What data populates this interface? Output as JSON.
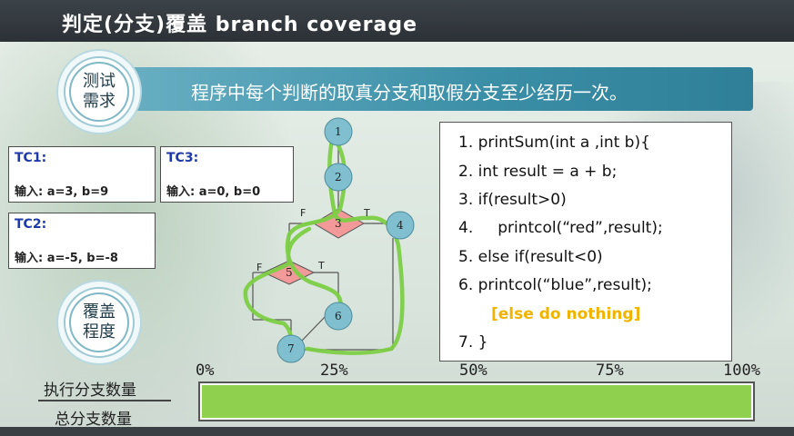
{
  "title": "判定(分支)覆盖 branch coverage",
  "requirement": {
    "badge_line1": "测试",
    "badge_line2": "需求",
    "text": "程序中每个判断的取真分支和取假分支至少经历一次。"
  },
  "test_cases": [
    {
      "id": "TC1:",
      "input": "输入: a=3, b=9"
    },
    {
      "id": "TC3:",
      "input": "输入: a=0, b=0"
    },
    {
      "id": "TC2:",
      "input": "输入: a=-5, b=-8"
    }
  ],
  "flow_graph": {
    "nodes": [
      "1",
      "2",
      "3",
      "4",
      "5",
      "6",
      "7"
    ],
    "edge_labels": {
      "n3_false": "F",
      "n3_true": "T",
      "n5_false": "F",
      "n5_true": "T"
    },
    "node_color": "#7fbfcf",
    "decision_color": "#f29a9a",
    "path_color": "#7dcf46"
  },
  "code": {
    "lines": [
      "1. printSum(int a ,int b){",
      "2. int result = a + b;",
      "3. if(result>0)",
      "4.     printcol(“red”,result);",
      "5. else if(result<0)",
      "6. printcol(“blue”,result);",
      "[else do nothing]",
      "7. }"
    ],
    "note_color": "#f0b400"
  },
  "coverage": {
    "badge_line1": "覆盖",
    "badge_line2": "程度",
    "numerator_label": "执行分支数量",
    "denominator_label": "总分支数量",
    "scale": [
      "0%",
      "25%",
      "50%",
      "75%",
      "100%"
    ],
    "value": 1.0,
    "fill_color": "#8fd14f"
  }
}
